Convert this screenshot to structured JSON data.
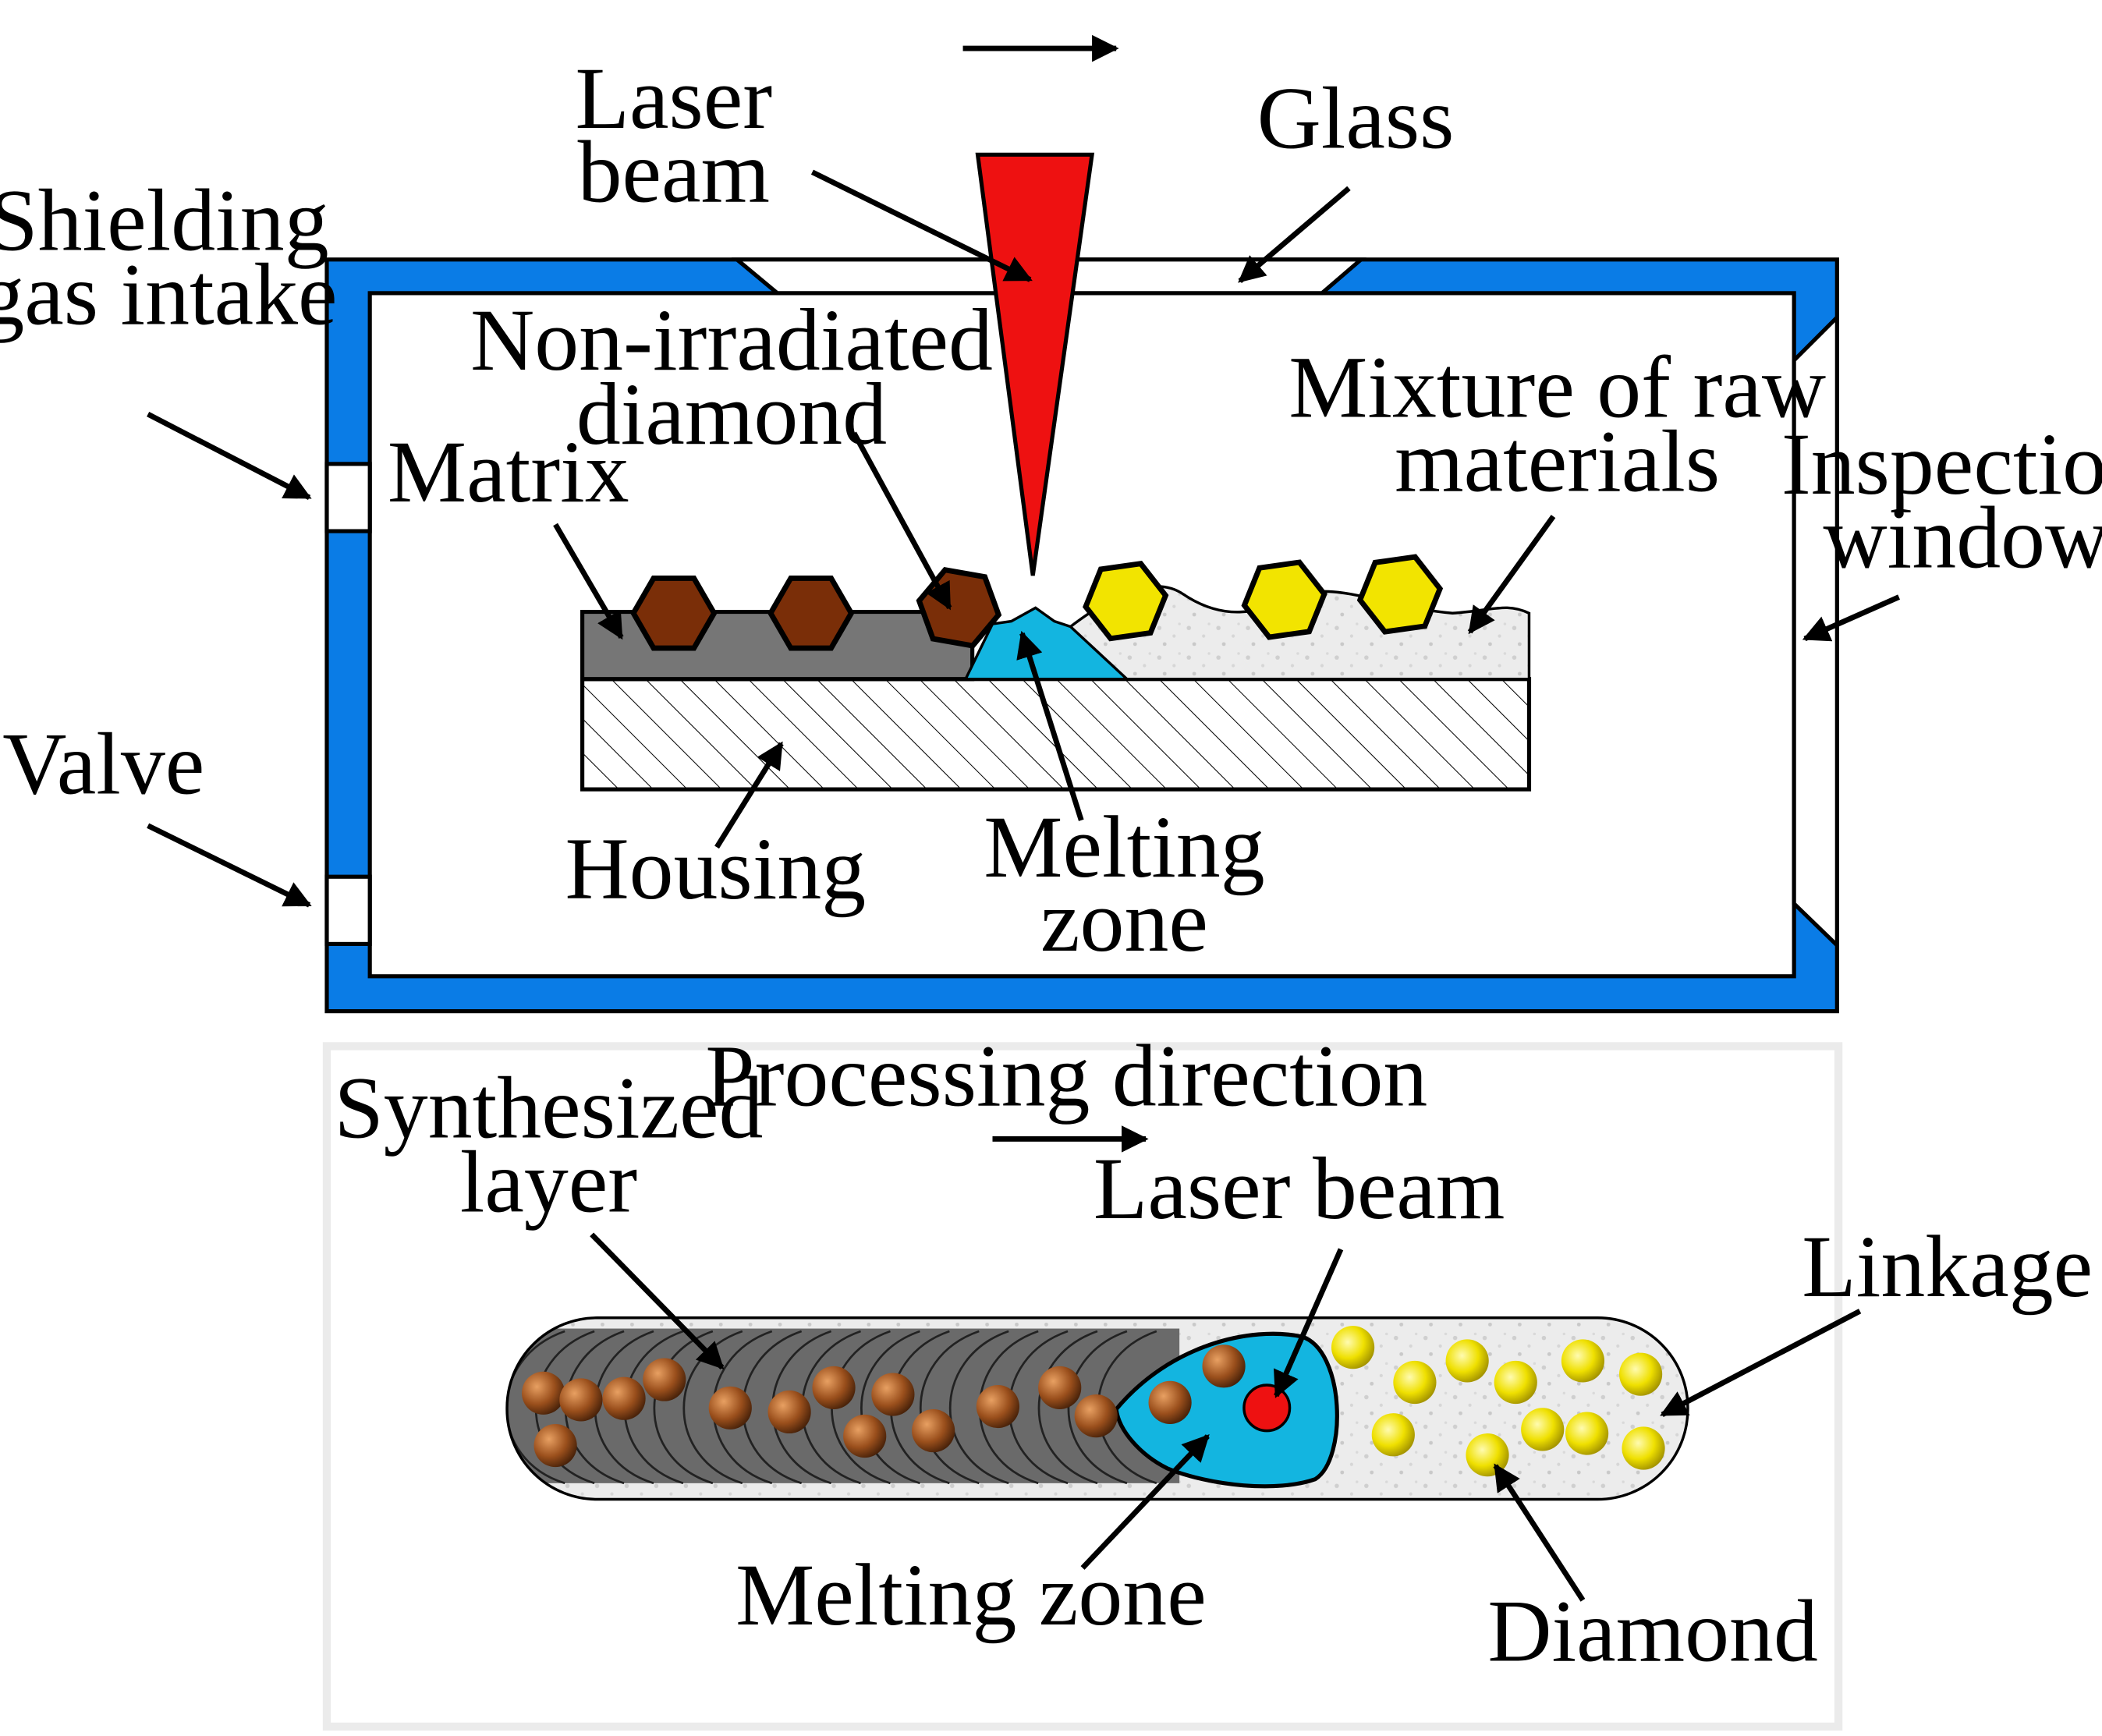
{
  "top_panel": {
    "labels": {
      "laser_beam_line1": "Laser",
      "laser_beam_line2": "beam",
      "glass": "Glass",
      "shielding_line1": "Shielding",
      "shielding_line2": "gas intake",
      "non_irradiated_line1": "Non-irradiated",
      "non_irradiated_line2": "diamond",
      "matrix": "Matrix",
      "mixture_line1": "Mixture of raw",
      "mixture_line2": "materials",
      "inspection_line1": "Inspection",
      "inspection_line2": "window",
      "valve": "Valve",
      "housing": "Housing",
      "melting_line1": "Melting",
      "melting_line2": "zone"
    }
  },
  "bottom_panel": {
    "labels": {
      "processing_direction": "Processing direction",
      "synthesized_line1": "Synthesized",
      "synthesized_line2": "layer",
      "laser_beam": "Laser beam",
      "linkage": "Linkage",
      "melting_zone": "Melting zone",
      "diamond": "Diamond"
    }
  },
  "colors": {
    "chamber_wall": "#0a7ce6",
    "laser": "#ee1111",
    "matrix": "#767676",
    "melt_pool": "#13b5e0",
    "irradiated_diamond": "#7a2e08",
    "raw_diamond": "#f2e400",
    "powder": "#ececec",
    "panel_border": "#ebebeb"
  }
}
